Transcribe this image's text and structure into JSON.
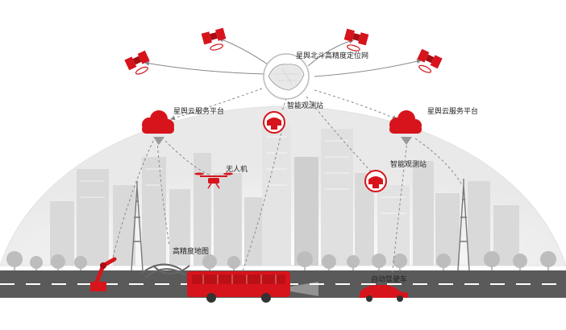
{
  "colors": {
    "accent": "#d7141c",
    "building": "#d9d9d9",
    "tree": "#bdbdbd",
    "road": "#5a5a5a",
    "dome": "#efefef"
  },
  "labels": {
    "hub": "星舆北斗高精度定位网",
    "cloud_left": "星舆云服务平台",
    "cloud_right": "星舆云服务平台",
    "station_top": "智能观测站",
    "station_right": "智能观测站",
    "drone": "无人机",
    "hd_map": "高精度地图",
    "car": "自动驾驶车"
  },
  "icons": {
    "satellite": "satellite-icon",
    "cloud": "cloud-icon",
    "station": "observation-station-icon",
    "drone": "drone-icon",
    "bus": "bus-icon",
    "car": "car-icon",
    "tower": "signal-tower-icon",
    "robot": "robot-arm-icon",
    "globe": "china-map-globe-icon"
  }
}
